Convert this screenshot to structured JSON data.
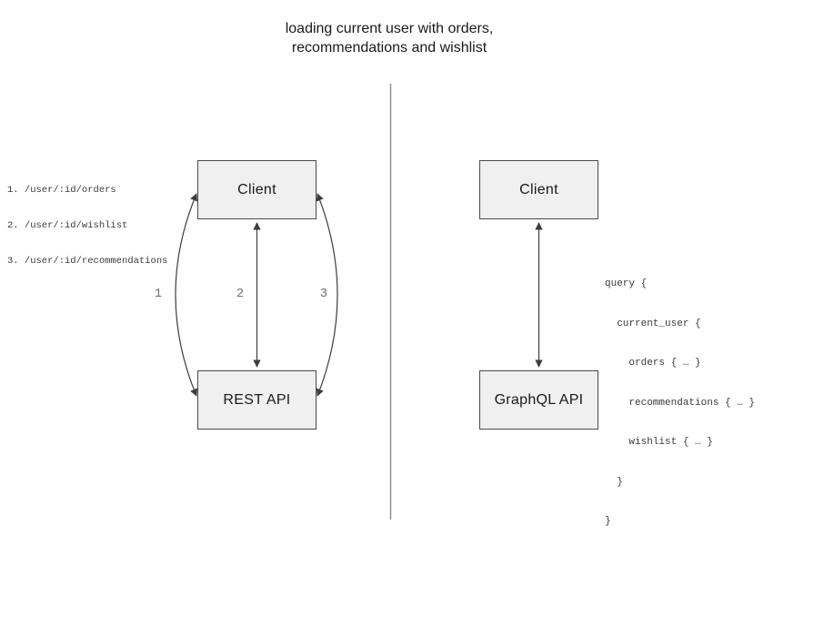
{
  "title": {
    "line1": "loading current user with orders,",
    "line2": "recommendations and wishlist"
  },
  "rest_panel": {
    "endpoints": [
      "1. /user/:id/orders",
      "2. /user/:id/wishlist",
      "3. /user/:id/recommendations"
    ],
    "client_label": "Client",
    "api_label": "REST API",
    "arrow_labels": [
      "1",
      "2",
      "3"
    ]
  },
  "graphql_panel": {
    "client_label": "Client",
    "api_label": "GraphQL API",
    "query_lines": [
      "query {",
      "  current_user {",
      "    orders { … }",
      "    recommendations { … }",
      "    wishlist { … }",
      "  }",
      "}"
    ]
  },
  "colors": {
    "box_fill": "#f0f0f0",
    "box_border": "#4a4a4a",
    "arrow": "#3d3d3d",
    "divider": "#8a8a8a",
    "muted_label": "#707070",
    "code_text": "#3a3a3a"
  }
}
